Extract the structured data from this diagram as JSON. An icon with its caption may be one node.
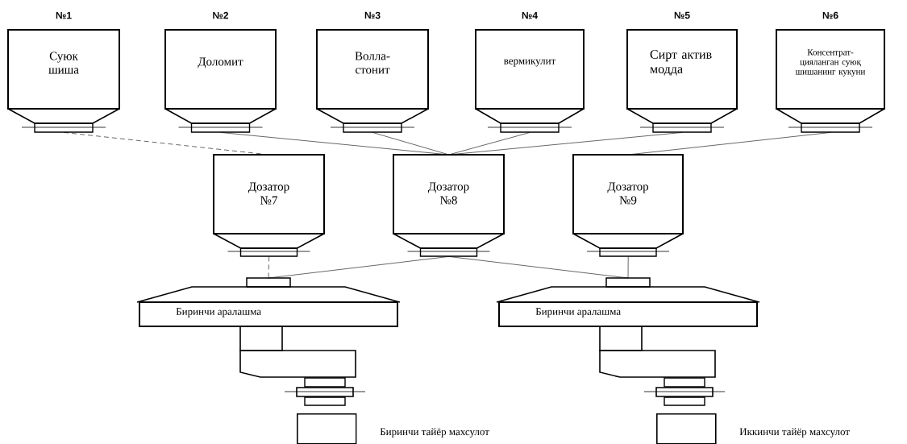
{
  "diagram": {
    "nodes": [
      {
        "text": [
          "№1",
          "Суюк шиша"
        ]
      },
      {
        "text": [
          "№2",
          "Доломит"
        ]
      },
      {
        "text": [
          "№3",
          "Волла- стонит"
        ]
      },
      {
        "text": [
          "№4",
          "вермикулит"
        ]
      },
      {
        "text": [
          "№5",
          "Сирт актив модда"
        ]
      },
      {
        "text": [
          "№6",
          "Консентрат- цияланган суюқ шишанинг кукуни"
        ]
      },
      {
        "text": [
          "Дозатор №7"
        ]
      },
      {
        "text": [
          "Дозатор №8"
        ]
      },
      {
        "text": [
          "Дозатор №9"
        ]
      },
      {
        "text": [
          "Биринчи аралашма"
        ]
      },
      {
        "text": [
          "Биринчи аралашма"
        ]
      },
      {
        "text": [],
        "shape": "box",
        "beside": [
          "Биринчи тайёр махсулот"
        ]
      },
      {
        "text": [],
        "shape": "box",
        "beside": [
          "Иккинчи тайёр махсулот"
        ]
      }
    ],
    "edges": [
      {
        "from": 0,
        "to": 6,
        "arrow": "none",
        "style": "dashed"
      },
      {
        "from": 1,
        "to": 7,
        "arrow": "none"
      },
      {
        "from": 2,
        "to": 7,
        "arrow": "none"
      },
      {
        "from": 3,
        "to": 7,
        "arrow": "none"
      },
      {
        "from": 4,
        "to": 7,
        "arrow": "none"
      },
      {
        "from": 5,
        "to": 8,
        "arrow": "none"
      },
      {
        "from": 6,
        "to": 9,
        "arrow": "none",
        "style": "dashed"
      },
      {
        "from": 7,
        "to": 9,
        "arrow": "none"
      },
      {
        "from": 7,
        "to": 10,
        "arrow": "none"
      },
      {
        "from": 8,
        "to": 10,
        "arrow": "none"
      }
    ]
  }
}
